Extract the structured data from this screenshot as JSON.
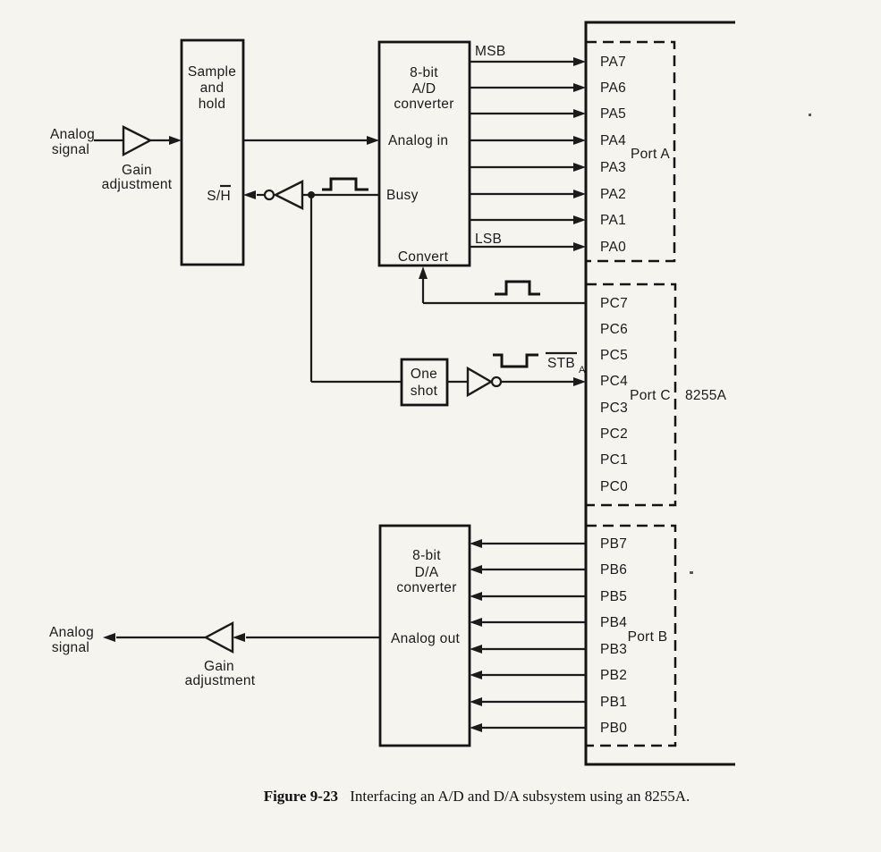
{
  "diagram": {
    "input": {
      "signal_line1": "Analog",
      "signal_line2": "signal",
      "gain_line1": "Gain",
      "gain_line2": "adjustment"
    },
    "output": {
      "signal_line1": "Analog",
      "signal_line2": "signal",
      "gain_line1": "Gain",
      "gain_line2": "adjustment"
    },
    "sample_hold": {
      "line1": "Sample",
      "line2": "and",
      "line3": "hold",
      "sh_label": "S/H"
    },
    "adc": {
      "line1": "8-bit",
      "line2": "A/D",
      "line3": "converter",
      "analog_in": "Analog in",
      "busy": "Busy",
      "convert": "Convert",
      "msb": "MSB",
      "lsb": "LSB"
    },
    "dac": {
      "line1": "8-bit",
      "line2": "D/A",
      "line3": "converter",
      "analog_out": "Analog out"
    },
    "one_shot": {
      "line1": "One",
      "line2": "shot"
    },
    "strobe": {
      "text": "STB",
      "subscript": "A"
    },
    "chip": {
      "name": "8255A",
      "port_a": {
        "label": "Port A",
        "pins": [
          "PA7",
          "PA6",
          "PA5",
          "PA4",
          "PA3",
          "PA2",
          "PA1",
          "PA0"
        ]
      },
      "port_c": {
        "label": "Port C",
        "pins": [
          "PC7",
          "PC6",
          "PC5",
          "PC4",
          "PC3",
          "PC2",
          "PC1",
          "PC0"
        ]
      },
      "port_b": {
        "label": "Port B",
        "pins": [
          "PB7",
          "PB6",
          "PB5",
          "PB4",
          "PB3",
          "PB2",
          "PB1",
          "PB0"
        ]
      }
    },
    "caption": {
      "bold": "Figure 9-23",
      "rest": "Interfacing an A/D and D/A subsystem using an 8255A."
    },
    "colors": {
      "ink": "#1b1b1b",
      "paper": "#f5f4ef"
    }
  }
}
